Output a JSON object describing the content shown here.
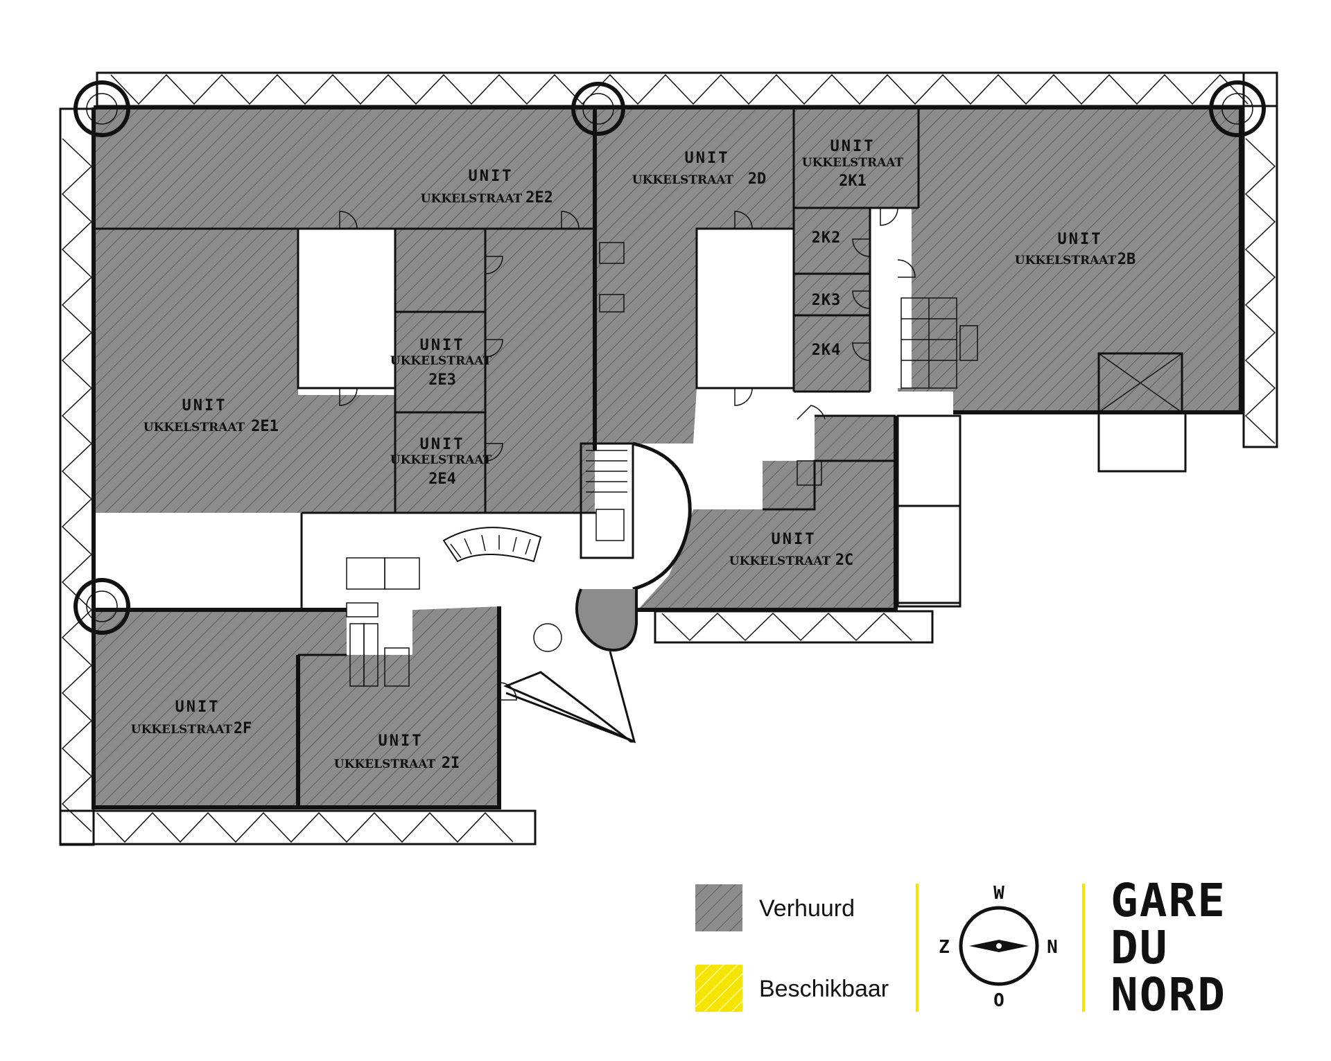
{
  "units": [
    {
      "id": "2E2",
      "title": "UNIT",
      "street": "UKKELSTRAAT",
      "code": "2E2"
    },
    {
      "id": "2D",
      "title": "UNIT",
      "street": "UKKELSTRAAT",
      "code": "2D"
    },
    {
      "id": "2K1",
      "title": "UNIT",
      "street": "UKKELSTRAAT",
      "code": "2K1"
    },
    {
      "id": "2B",
      "title": "UNIT",
      "street": "UKKELSTRAAT",
      "code": "2B"
    },
    {
      "id": "2E3",
      "title": "UNIT",
      "street": "UKKELSTRAAT",
      "code": "2E3"
    },
    {
      "id": "2E1",
      "title": "UNIT",
      "street": "UKKELSTRAAT",
      "code": "2E1"
    },
    {
      "id": "2E4",
      "title": "UNIT",
      "street": "UKKELSTRAAT",
      "code": "2E4"
    },
    {
      "id": "2C",
      "title": "UNIT",
      "street": "UKKELSTRAAT",
      "code": "2C"
    },
    {
      "id": "2F",
      "title": "UNIT",
      "street": "UKKELSTRAAT",
      "code": "2F"
    },
    {
      "id": "2I",
      "title": "UNIT",
      "street": "UKKELSTRAAT",
      "code": "2I"
    }
  ],
  "rooms": [
    "2K2",
    "2K3",
    "2K4"
  ],
  "legend": {
    "rented_label": "Verhuurd",
    "rented_color": "#8c8c8c",
    "available_label": "Beschikbaar",
    "available_color": "#f5e400"
  },
  "compass": {
    "top": "W",
    "left": "Z",
    "right": "N",
    "bottom": "O"
  },
  "logo": {
    "line1": "GARE",
    "line2": "DU",
    "line3": "NORD"
  },
  "separator_color": "#f5e400"
}
